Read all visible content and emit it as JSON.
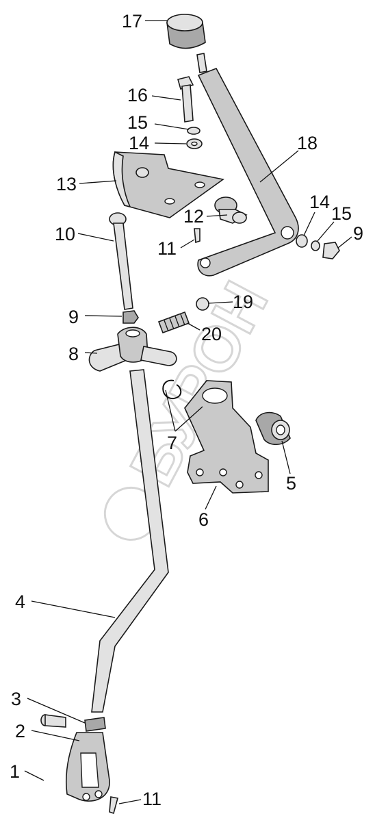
{
  "watermark": "БУРОН",
  "parts": [
    {
      "id": "p1",
      "label": "1",
      "icon": "clevis-pin-icon"
    },
    {
      "id": "p2",
      "label": "2",
      "icon": "clevis-fork-icon"
    },
    {
      "id": "p3",
      "label": "3",
      "icon": "lock-nut-icon"
    },
    {
      "id": "p4",
      "label": "4",
      "icon": "shift-rod-icon"
    },
    {
      "id": "p5",
      "label": "5",
      "icon": "rubber-bushing-icon"
    },
    {
      "id": "p6",
      "label": "6",
      "icon": "mounting-bracket-icon"
    },
    {
      "id": "p7",
      "label": "7",
      "icon": "retaining-ring-icon"
    },
    {
      "id": "p8",
      "label": "8",
      "icon": "ball-joint-housing-icon"
    },
    {
      "id": "p9a",
      "label": "9",
      "icon": "nut-icon"
    },
    {
      "id": "p9b",
      "label": "9",
      "icon": "nut-icon"
    },
    {
      "id": "p10",
      "label": "10",
      "icon": "link-rod-icon"
    },
    {
      "id": "p11a",
      "label": "11",
      "icon": "cotter-pin-icon"
    },
    {
      "id": "p11b",
      "label": "11",
      "icon": "cotter-pin-icon"
    },
    {
      "id": "p12",
      "label": "12",
      "icon": "sleeve-bushing-icon"
    },
    {
      "id": "p13",
      "label": "13",
      "icon": "bracket-plate-icon"
    },
    {
      "id": "p14a",
      "label": "14",
      "icon": "flat-washer-icon"
    },
    {
      "id": "p14b",
      "label": "14",
      "icon": "flat-washer-icon"
    },
    {
      "id": "p15a",
      "label": "15",
      "icon": "spring-washer-icon"
    },
    {
      "id": "p15b",
      "label": "15",
      "icon": "spring-washer-icon"
    },
    {
      "id": "p16",
      "label": "16",
      "icon": "bolt-icon"
    },
    {
      "id": "p17",
      "label": "17",
      "icon": "lever-knob-icon"
    },
    {
      "id": "p18",
      "label": "18",
      "icon": "gear-lever-icon"
    },
    {
      "id": "p19",
      "label": "19",
      "icon": "ball-icon"
    },
    {
      "id": "p20",
      "label": "20",
      "icon": "spring-icon"
    }
  ]
}
